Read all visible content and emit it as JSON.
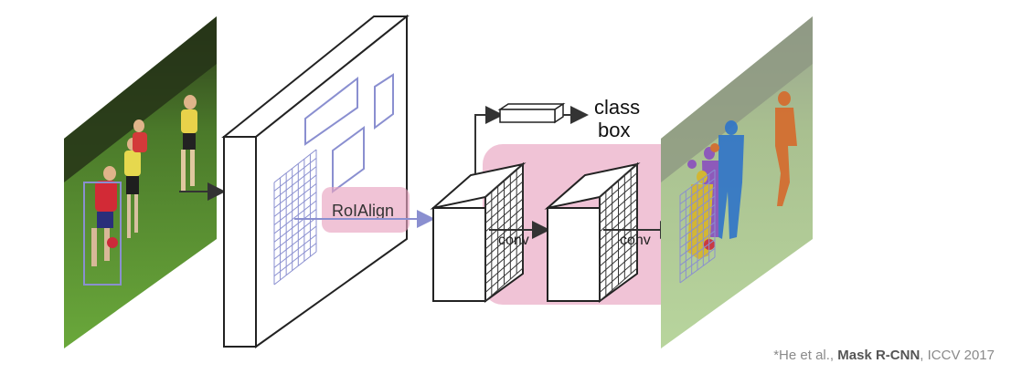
{
  "diagram": {
    "roialign_label": "RoIAlign",
    "conv_label_1": "conv",
    "conv_label_2": "conv",
    "class_label": "class",
    "box_label": "box"
  },
  "citation": {
    "prefix": "*He et al., ",
    "title": "Mask R-CNN",
    "suffix": ", ICCV 2017"
  },
  "colors": {
    "roi_box": "#8a8fd0",
    "highlight": "#e8a3c0",
    "arrow": "#333333",
    "grass": "#5f9a35",
    "segment_blue": "#2f74c9",
    "segment_orange": "#d66a2c",
    "segment_purple": "#8a4fbf",
    "segment_yellow": "#d7b52a"
  }
}
